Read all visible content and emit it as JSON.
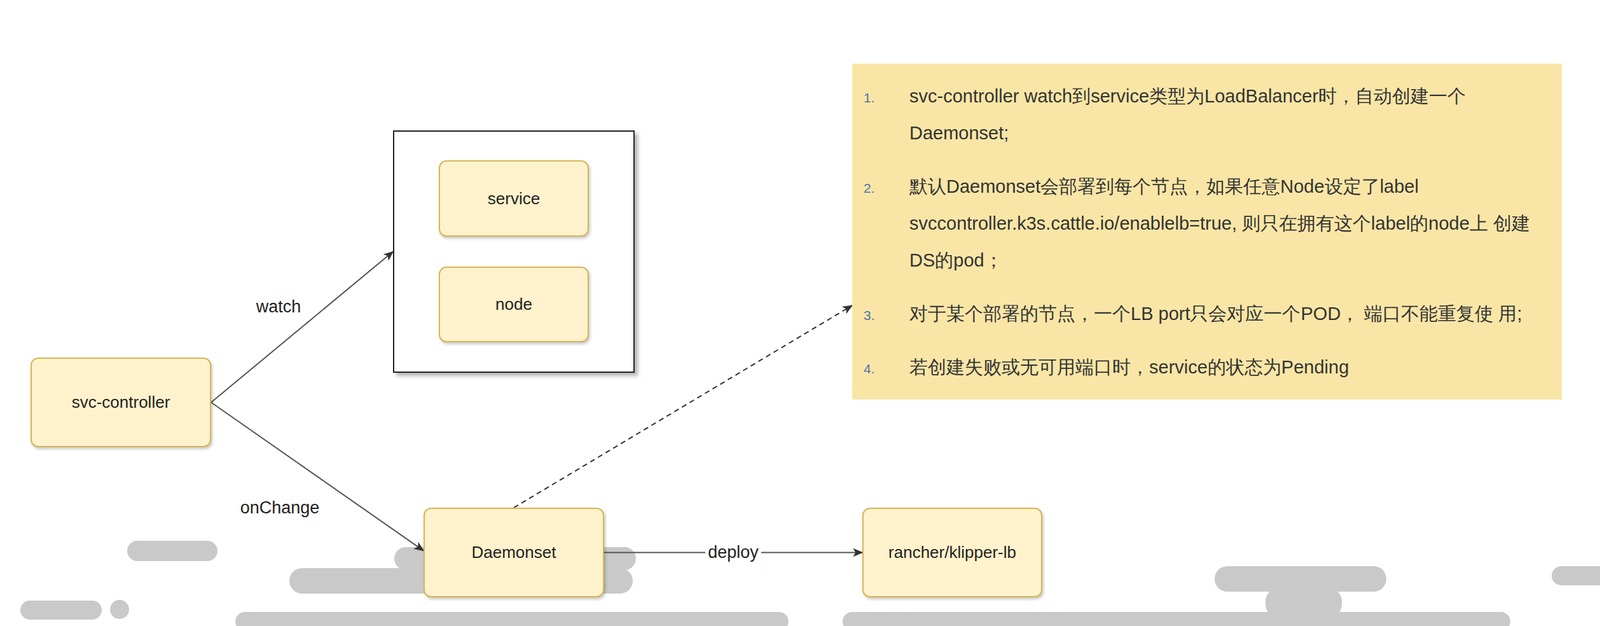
{
  "diagram": {
    "nodes": [
      {
        "text": []
      },
      {
        "text": [
          "service"
        ],
        "in": 0
      },
      {
        "text": [
          "node"
        ],
        "in": 0
      },
      {
        "text": [
          "1.",
          "svc-controller watch到service类型为LoadBalancer时，自动创建一个 Daemonset;",
          "2.",
          "默认Daemonset会部署到每个节点，如果任意Node设定了label svccontroller.k3s.cattle.io/enablelb=true, 则只在拥有这个label的node上 创建DS的pod；",
          "3.",
          "对于某个部署的节点，一个LB port只会对应一个POD， 端口不能重复使 用;",
          "4.",
          "若创建失败或无可用端口时，service的状态为Pending"
        ]
      },
      {
        "text": [
          "svc-controller"
        ]
      },
      {
        "text": [
          "Daemonset"
        ]
      },
      {
        "text": [
          "rancher/klipper-lb"
        ]
      }
    ],
    "edges": [
      {
        "from": 4,
        "to": 0,
        "label": "watch",
        "arrow": "to"
      },
      {
        "from": 4,
        "to": 5,
        "label": "onChange",
        "arrow": "to"
      },
      {
        "from": 5,
        "to": 6,
        "label": "deploy",
        "arrow": "to"
      },
      {
        "from": 5,
        "to": 3,
        "arrow": "to"
      }
    ]
  }
}
